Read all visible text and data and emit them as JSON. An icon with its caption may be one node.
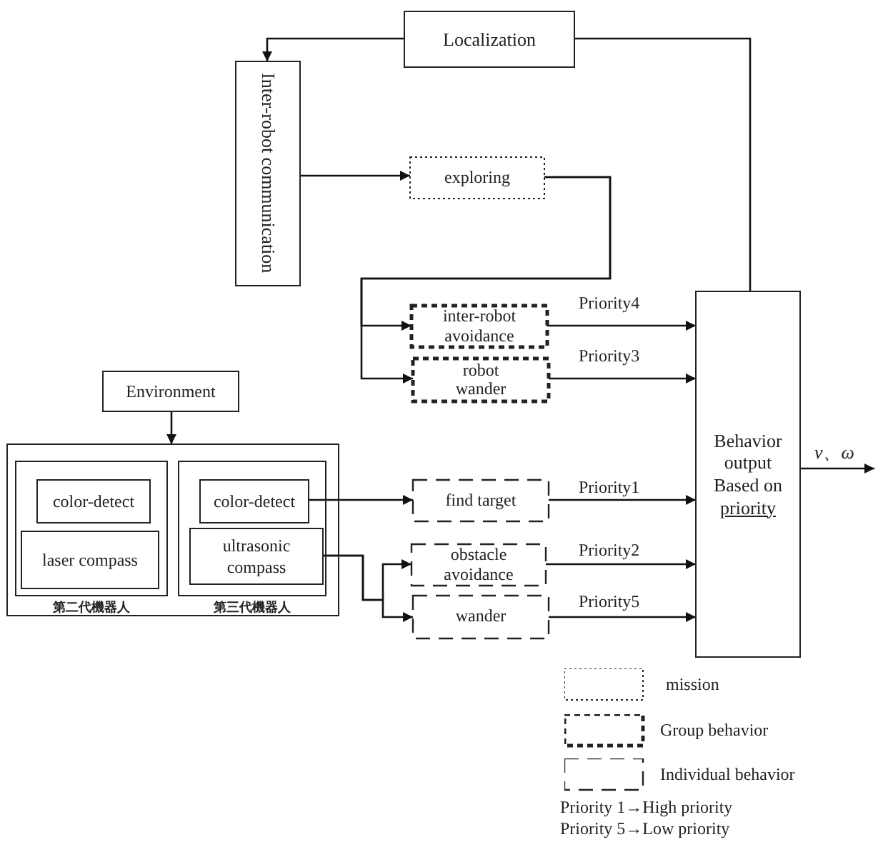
{
  "diagram": {
    "nodes": [
      {
        "text": [
          "Localization"
        ]
      },
      {
        "text": [
          "Inter-robot communication"
        ]
      },
      {
        "text": [
          "exploring"
        ]
      },
      {
        "text": [
          "inter-robot avoidance"
        ]
      },
      {
        "text": [
          "robot wander"
        ]
      },
      {
        "text": [
          "Environment"
        ]
      },
      {
        "text": [],
        "shape": "box"
      },
      {
        "text": [
          "第二代機器人"
        ],
        "in": 6
      },
      {
        "text": [
          "color-detect"
        ],
        "in": 7
      },
      {
        "text": [
          "laser compass"
        ],
        "in": 7
      },
      {
        "text": [
          "第三代機器人"
        ],
        "in": 6
      },
      {
        "text": [
          "color-detect"
        ],
        "in": 10
      },
      {
        "text": [
          "ultrasonic compass"
        ],
        "in": 10
      },
      {
        "text": [
          "find target"
        ]
      },
      {
        "text": [
          "obstacle avoidance"
        ]
      },
      {
        "text": [
          "wander"
        ]
      },
      {
        "text": [
          "Behavior output Based on",
          "priority"
        ]
      }
    ],
    "edges": [
      {
        "from": 0,
        "to": 1,
        "arrow": "to"
      },
      {
        "from": 0,
        "to": 16,
        "arrow": "none"
      },
      {
        "from": 1,
        "to": 2,
        "arrow": "to"
      },
      {
        "from": 2,
        "to": 3,
        "arrow": "to"
      },
      {
        "from": 2,
        "to": 4,
        "arrow": "to"
      },
      {
        "from": 3,
        "to": 16,
        "arrow": "to",
        "label": "Priority4"
      },
      {
        "from": 4,
        "to": 16,
        "arrow": "to",
        "label": "Priority3"
      },
      {
        "from": 13,
        "to": 16,
        "arrow": "to",
        "label": "Priority1"
      },
      {
        "from": 14,
        "to": 16,
        "arrow": "to",
        "label": "Priority2"
      },
      {
        "from": 15,
        "to": 16,
        "arrow": "to",
        "label": "Priority5"
      },
      {
        "from": 5,
        "to": 6,
        "arrow": "to"
      },
      {
        "from": 11,
        "to": 13,
        "arrow": "to"
      },
      {
        "from": 12,
        "to": 14,
        "arrow": "to"
      },
      {
        "from": 12,
        "to": 15,
        "arrow": "to"
      },
      {
        "from": 16,
        "to": null,
        "arrow": "to",
        "label": "ν、ω"
      }
    ],
    "labels": [
      "Priority 1→High priority",
      "Priority 5→Low priority"
    ],
    "legend": [
      {
        "text": "mission"
      },
      {
        "text": "Group behavior"
      },
      {
        "text": "Individual behavior"
      }
    ]
  }
}
